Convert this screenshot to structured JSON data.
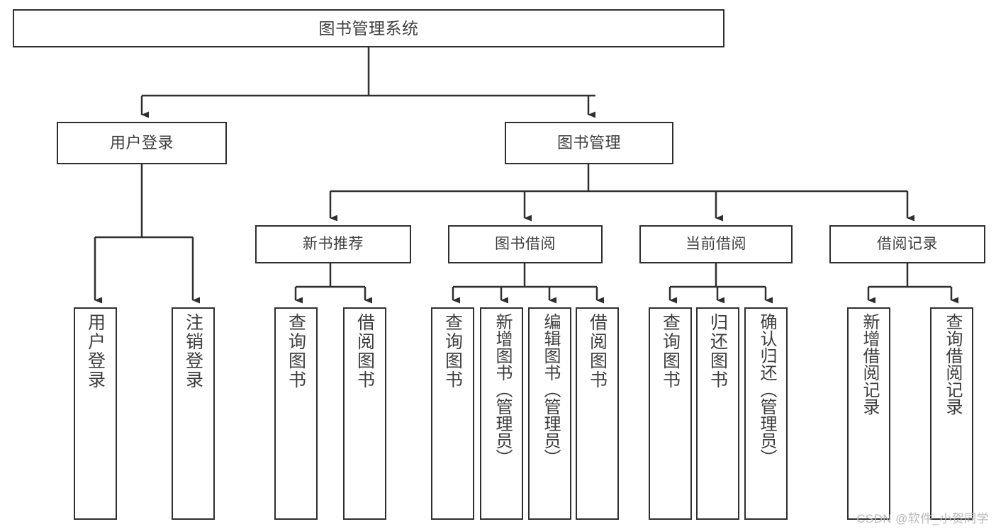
{
  "diagram": {
    "type": "tree-hierarchy",
    "title": "图书管理系统",
    "watermark": "CSDN @软件_小贺同学",
    "colors": {
      "stroke": "#2f2f2f",
      "text": "#3d3d3d",
      "background": "#ffffff",
      "watermark": "#b9b9b9"
    },
    "nodes": {
      "root": {
        "label": "图书管理系统"
      },
      "level2": [
        {
          "id": "user-login",
          "label": "用户登录"
        },
        {
          "id": "book-manage",
          "label": "图书管理"
        }
      ],
      "level3": [
        {
          "id": "new-book-recommend",
          "label": "新书推荐"
        },
        {
          "id": "book-borrow",
          "label": "图书借阅"
        },
        {
          "id": "current-borrow",
          "label": "当前借阅"
        },
        {
          "id": "borrow-record",
          "label": "借阅记录"
        }
      ],
      "leaves": {
        "user-login": [
          {
            "id": "leaf-user-login",
            "label": "用户登录"
          },
          {
            "id": "leaf-user-logout",
            "label": "注销登录"
          }
        ],
        "new-book-recommend": [
          {
            "id": "leaf-query-book-1",
            "label": "查询图书"
          },
          {
            "id": "leaf-borrow-book-1",
            "label": "借阅图书"
          }
        ],
        "book-borrow": [
          {
            "id": "leaf-query-book-2",
            "label": "查询图书"
          },
          {
            "id": "leaf-add-book",
            "label": "新增图书（管理员）"
          },
          {
            "id": "leaf-edit-book",
            "label": "编辑图书（管理员）"
          },
          {
            "id": "leaf-borrow-book-2",
            "label": "借阅图书"
          }
        ],
        "current-borrow": [
          {
            "id": "leaf-query-book-3",
            "label": "查询图书"
          },
          {
            "id": "leaf-return-book",
            "label": "归还图书"
          },
          {
            "id": "leaf-confirm-return",
            "label": "确认归还（管理员）"
          }
        ],
        "borrow-record": [
          {
            "id": "leaf-add-record",
            "label": "新增借阅记录"
          },
          {
            "id": "leaf-query-record",
            "label": "查询借阅记录"
          }
        ]
      }
    }
  }
}
